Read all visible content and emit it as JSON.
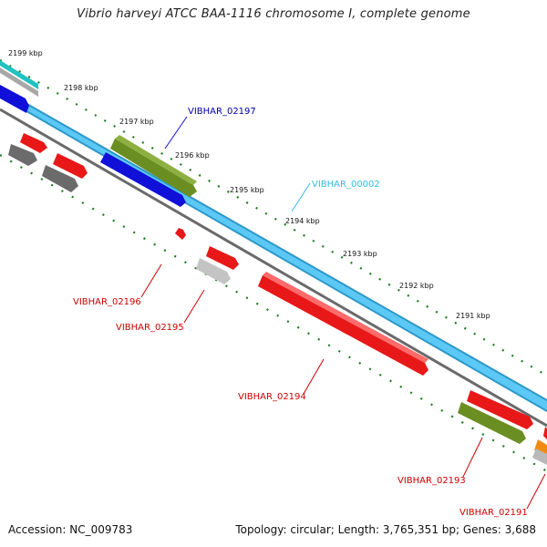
{
  "title": "Vibrio harveyi ATCC BAA-1116 chromosome I, complete genome",
  "footer": {
    "accession": "Accession: NC_009783",
    "summary": "Topology: circular; Length: 3,765,351 bp; Genes: 3,688"
  },
  "kbp_labels": [
    "2199 kbp",
    "2198 kbp",
    "2197 kbp",
    "2196 kbp",
    "2195 kbp",
    "2194 kbp",
    "2193 kbp",
    "2192 kbp",
    "2191 kbp"
  ],
  "gene_labels": {
    "vibhar_02197": "VIBHAR_02197",
    "vibhar_00002": "VIBHAR_00002",
    "vibhar_02196": "VIBHAR_02196",
    "vibhar_02195": "VIBHAR_02195",
    "vibhar_02194": "VIBHAR_02194",
    "vibhar_02193": "VIBHAR_02193",
    "vibhar_02191": "VIBHAR_02191"
  },
  "colors": {
    "blue_gene": "#1010d8",
    "cyan_feature": "#5bc8f5",
    "red_gene": "#e81818",
    "olive_gene": "#6b8e23",
    "gray_gene": "#666666",
    "light_gray_gene": "#c4c4c4",
    "tick_green": "#1f7a1f",
    "label_red": "#cc0000",
    "label_blue": "#0000aa",
    "label_cyan": "#33bbdd"
  }
}
